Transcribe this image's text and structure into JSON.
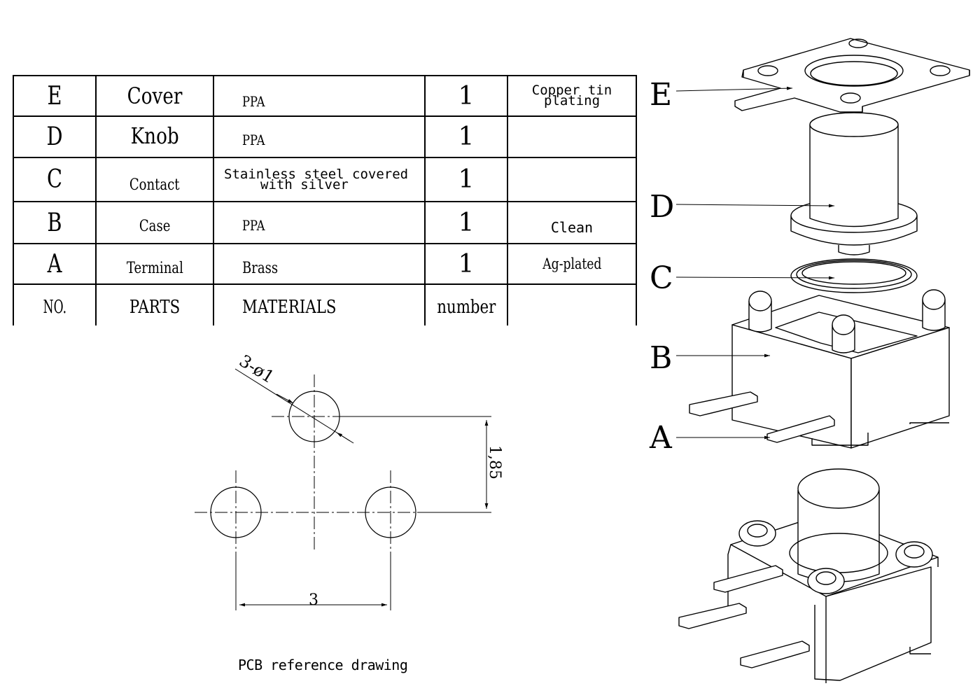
{
  "bom": {
    "rows": [
      {
        "no": "E",
        "part": "Cover",
        "material": "PPA",
        "number": "1",
        "remark_line1": "Copper tin",
        "remark_line2": "plating"
      },
      {
        "no": "D",
        "part": "Knob",
        "material": "PPA",
        "number": "1",
        "remark_line1": "",
        "remark_line2": ""
      },
      {
        "no": "C",
        "part": "Contact",
        "material_line1": "Stainless steel covered",
        "material_line2": "with silver",
        "number": "1",
        "remark_line1": ""
      },
      {
        "no": "B",
        "part": "Case",
        "material": "PPA",
        "number": "1",
        "remark_line1": "Clean"
      },
      {
        "no": "A",
        "part": "Terminal",
        "material": "Brass",
        "number": "1",
        "remark_line1": "Ag-plated"
      }
    ],
    "header": {
      "no": "NO.",
      "parts": "PARTS",
      "materials": "MATERIALS",
      "number": "number",
      "remark": ""
    }
  },
  "pcb": {
    "hole_callout": "3-ø1",
    "dim_vertical": "1,85",
    "dim_horizontal": "3",
    "caption": "PCB reference drawing"
  },
  "exploded": {
    "labels": [
      "E",
      "D",
      "C",
      "B",
      "A"
    ]
  }
}
